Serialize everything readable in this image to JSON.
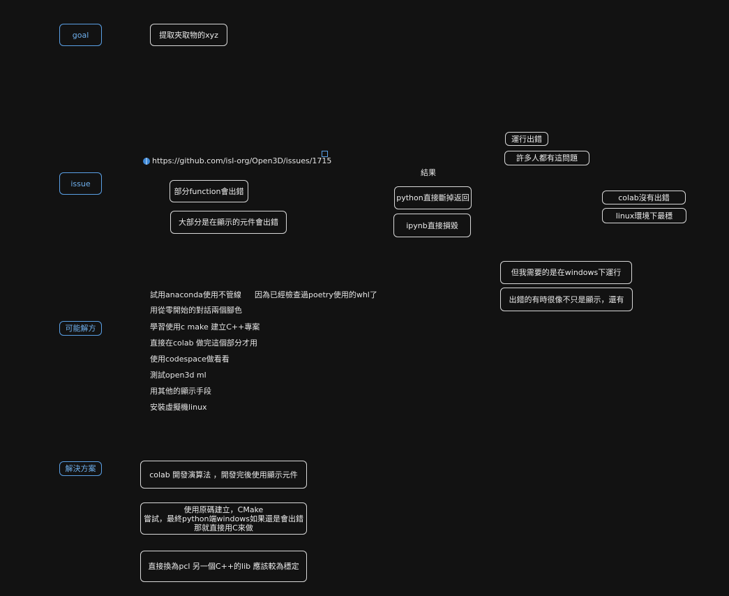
{
  "labels": {
    "goal": "goal",
    "issue": "issue",
    "possible": "可能解方",
    "solution": "解決方案"
  },
  "goal_box": "提取夾取物的xyz",
  "issue_link": "https://github.com/isl-org/Open3D/issues/1715",
  "issue_boxes": [
    "部分function會出錯",
    "大部分是在顯示的元件會出錯"
  ],
  "result_label": "結果",
  "result_boxes": [
    "python直接斷掉返回",
    "ipynb直接損毀"
  ],
  "right_top_boxes": [
    "運行出錯",
    "許多人都有這問題"
  ],
  "right_mid_boxes": [
    "colab沒有出錯",
    "linux環境下最穩"
  ],
  "right_low_boxes": [
    "但我需要的是在windows下運行",
    "出錯的有時很像不只是顯示，還有"
  ],
  "possible_items": [
    "試用anaconda使用不管線",
    "用從零開始的對話兩個腳色",
    "學習使用c make  建立C++專案",
    "直接在colab  做完這個部分才用",
    "使用codespace做看看",
    "測試open3d  ml",
    "用其他的顯示手段",
    "安裝虛擬機linux"
  ],
  "possible_note": "因為已經檢查過poetry使用的whl了",
  "solution_boxes": [
    [
      "colab  開發演算法   ，開發完後使用顯示元件"
    ],
    [
      "使用原碼建立，CMake",
      "嘗試，最終python端windows如果還是會出錯",
      "那就直接用C來做"
    ],
    [
      "直接換為pcl  另一個C++的lib  應該較為穩定"
    ]
  ],
  "colors": {
    "accent": "#5aa0e6",
    "stroke": "#d9d9d9",
    "background": "#121212"
  },
  "icons": [
    "globe-icon",
    "external-link-icon"
  ]
}
